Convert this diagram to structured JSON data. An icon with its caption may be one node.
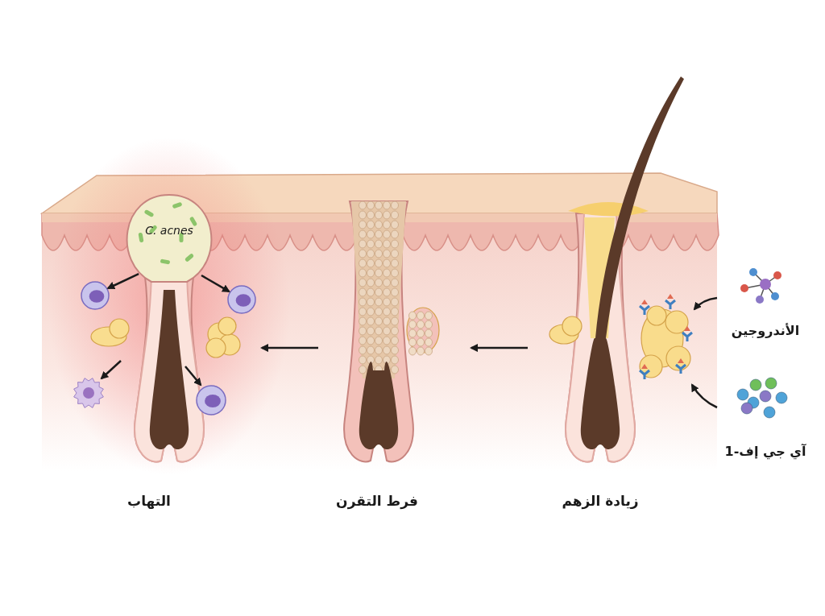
{
  "diagram": {
    "nodes": [
      {
        "text": [
          "زيادة الزهم"
        ]
      },
      {
        "text": [
          "فرط التقرن"
        ]
      },
      {
        "text": [
          "التهاب"
        ]
      },
      {
        "text": [
          "الأندروجين"
        ]
      },
      {
        "text": [
          "آي جي إف-1"
        ]
      },
      {
        "text": [],
        "shape": "picture",
        "in": 0
      },
      {
        "text": [
          "C. acnes"
        ],
        "in": 2
      },
      {
        "text": [],
        "shape": "circle",
        "in": 2
      },
      {
        "text": [],
        "shape": "circle",
        "in": 2
      },
      {
        "text": [],
        "shape": "circle",
        "in": 2
      },
      {
        "text": [],
        "shape": "circle",
        "in": 2
      }
    ],
    "edges": [
      {
        "from": 0,
        "to": 1,
        "arrow": "to"
      },
      {
        "from": 1,
        "to": 2,
        "arrow": "to"
      },
      {
        "from": 3,
        "to": 5,
        "arrow": "to"
      },
      {
        "from": 4,
        "to": 5,
        "arrow": "to"
      },
      {
        "from": 6,
        "to": 7,
        "arrow": "to"
      },
      {
        "from": 6,
        "to": 8,
        "arrow": "to"
      },
      {
        "from": null,
        "to": 9,
        "arrow": "to"
      },
      {
        "from": null,
        "to": 10,
        "arrow": "to"
      }
    ]
  }
}
